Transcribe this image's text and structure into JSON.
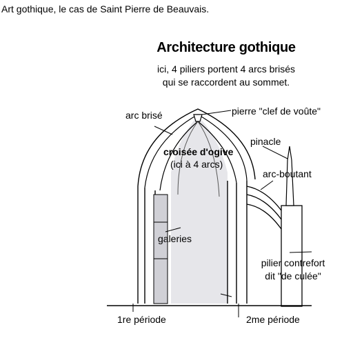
{
  "caption": "Art gothique, le cas de Saint Pierre de Beauvais.",
  "diagram": {
    "title": "Architecture gothique",
    "subtitle_line1": "ici, 4 piliers portent 4 arcs brisés",
    "subtitle_line2": "qui se raccordent au sommet.",
    "labels": {
      "arc_brise": "arc brisé",
      "clef_de_voute": "pierre \"clef de voûte\"",
      "croisee_line1": "croisée d'ogive",
      "croisee_line2": "(ici à 4 arcs)",
      "pinacle": "pinacle",
      "arc_boutant": "arc-boutant",
      "galeries": "galeries",
      "pilier_line1": "pilier contrefort",
      "pilier_line2": "dit \"de culée\"",
      "periode_1": "1re période",
      "periode_2": "2me période"
    }
  }
}
